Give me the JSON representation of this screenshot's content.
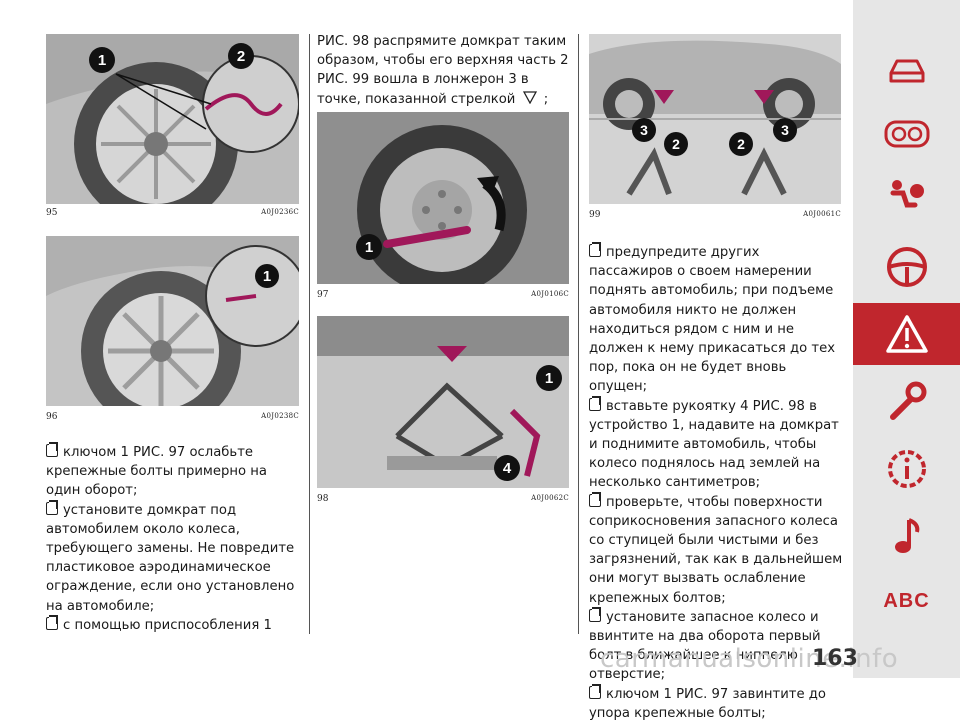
{
  "figures": {
    "f95": {
      "num": "95",
      "code": "A0J0236C"
    },
    "f96": {
      "num": "96",
      "code": "A0J0238C"
    },
    "f97": {
      "num": "97",
      "code": "A0J0106C"
    },
    "f98": {
      "num": "98",
      "code": "A0J0062C"
    },
    "f99": {
      "num": "99",
      "code": "A0J0061C"
    }
  },
  "callouts": {
    "c1": "1",
    "c2": "2",
    "c3": "3",
    "c4": "4"
  },
  "left_col": [
    "ключом 1 РИС. 97 ослабьте крепежные болты примерно на один оборот;",
    "установите домкрат под автомобилем около колеса, требующего замены. Не повредите пластиковое аэродинамическое ограждение, если оно установлено на автомобиле;",
    "с помощью приспособления 1"
  ],
  "mid_col": {
    "text": "РИС. 98 распрямите домкрат таким образом, чтобы его верхняя часть 2 РИС. 99 вошла в лонжерон 3 в точке, показанной стрелкой",
    "tail": ";"
  },
  "right_col": [
    "предупредите других пассажиров о своем намерении поднять автомобиль; при подъеме автомобиля никто не должен находиться рядом с ним и не должен к нему прикасаться до тех пор, пока он не будет вновь опущен;",
    "вставьте рукоятку 4 РИС. 98 в устройство 1, надавите на домкрат и поднимите автомобиль, чтобы колесо поднялось над землей на несколько сантиметров;",
    "проверьте, чтобы поверхности соприкосновения запасного колеса со ступицей были чистыми и без загрязнений, так как в дальнейшем они могут вызвать ослабление крепежных болтов;",
    "установите запасное колесо и ввинтите на два оборота первый болт в ближайшее к ниппелю отверстие;",
    "ключом 1 РИС. 97 завинтите до упора крепежные болты;"
  ],
  "sidebar": {
    "items": [
      "car-icon",
      "dashboard-icon",
      "airbag-icon",
      "steering-wheel-icon",
      "warning-triangle-icon",
      "wrench-icon",
      "gear-info-icon",
      "music-note-icon",
      "abc-index-icon"
    ],
    "active": "warning-triangle-icon",
    "abc_label": "ABC",
    "active_color": "#c0262d"
  },
  "page_number": "163",
  "watermark": "carmanualsonline.info"
}
